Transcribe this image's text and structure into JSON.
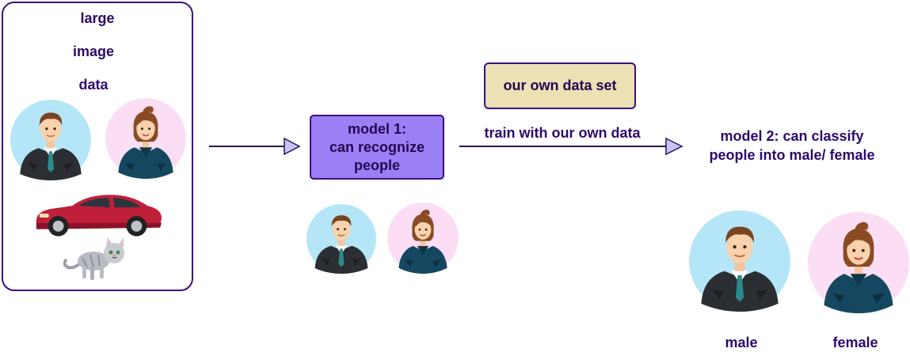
{
  "source_panel": {
    "line1": "large",
    "line2": "image",
    "line3": "data"
  },
  "model1": {
    "line1": "model 1:",
    "line2": "can recognize",
    "line3": "people"
  },
  "dataset": {
    "label": "our own data set"
  },
  "train": {
    "label": "train with our own data"
  },
  "model2": {
    "line1": "model 2: can classify",
    "line2": "people into male/ female"
  },
  "outputs": {
    "male": "male",
    "female": "female"
  },
  "colors": {
    "text": "#2e0a6b",
    "panel_border": "#3a0f80",
    "model_fill": "#9b80f5",
    "dataset_fill": "#ece0b5",
    "male_bg": "#b5e6f8",
    "female_bg": "#fbdef4",
    "car": "#c01f3a",
    "arrow_head": "#c9c4f6"
  }
}
